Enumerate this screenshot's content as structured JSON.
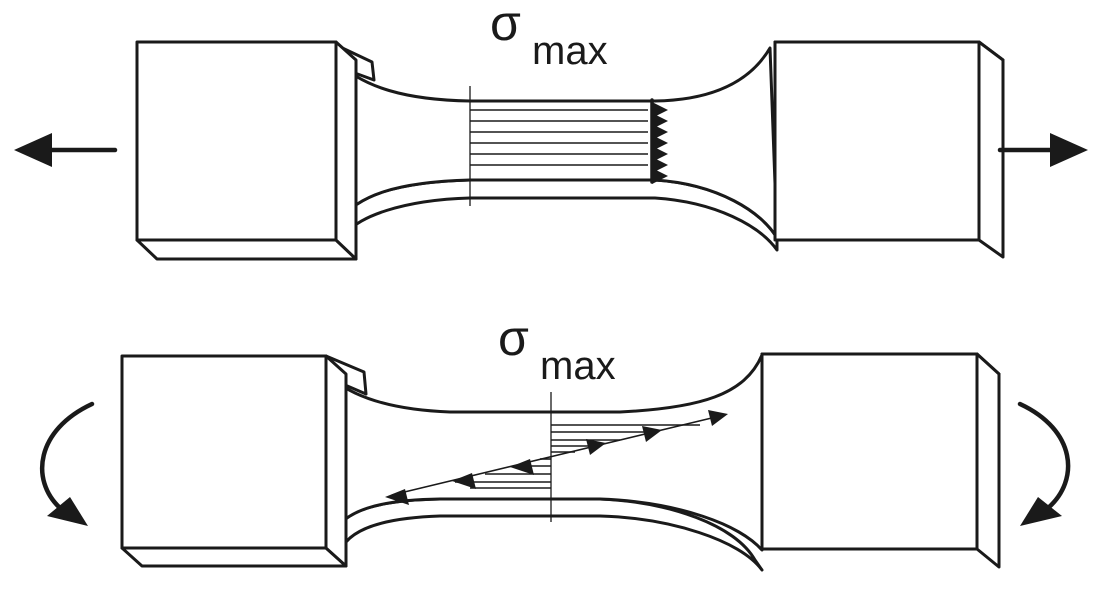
{
  "figure": {
    "tension_label": {
      "symbol": "σ",
      "subscript": "max"
    },
    "bending_label": {
      "symbol": "σ",
      "subscript": "max"
    }
  },
  "colors": {
    "ink": "#1a1a1a",
    "background": "#ffffff"
  }
}
